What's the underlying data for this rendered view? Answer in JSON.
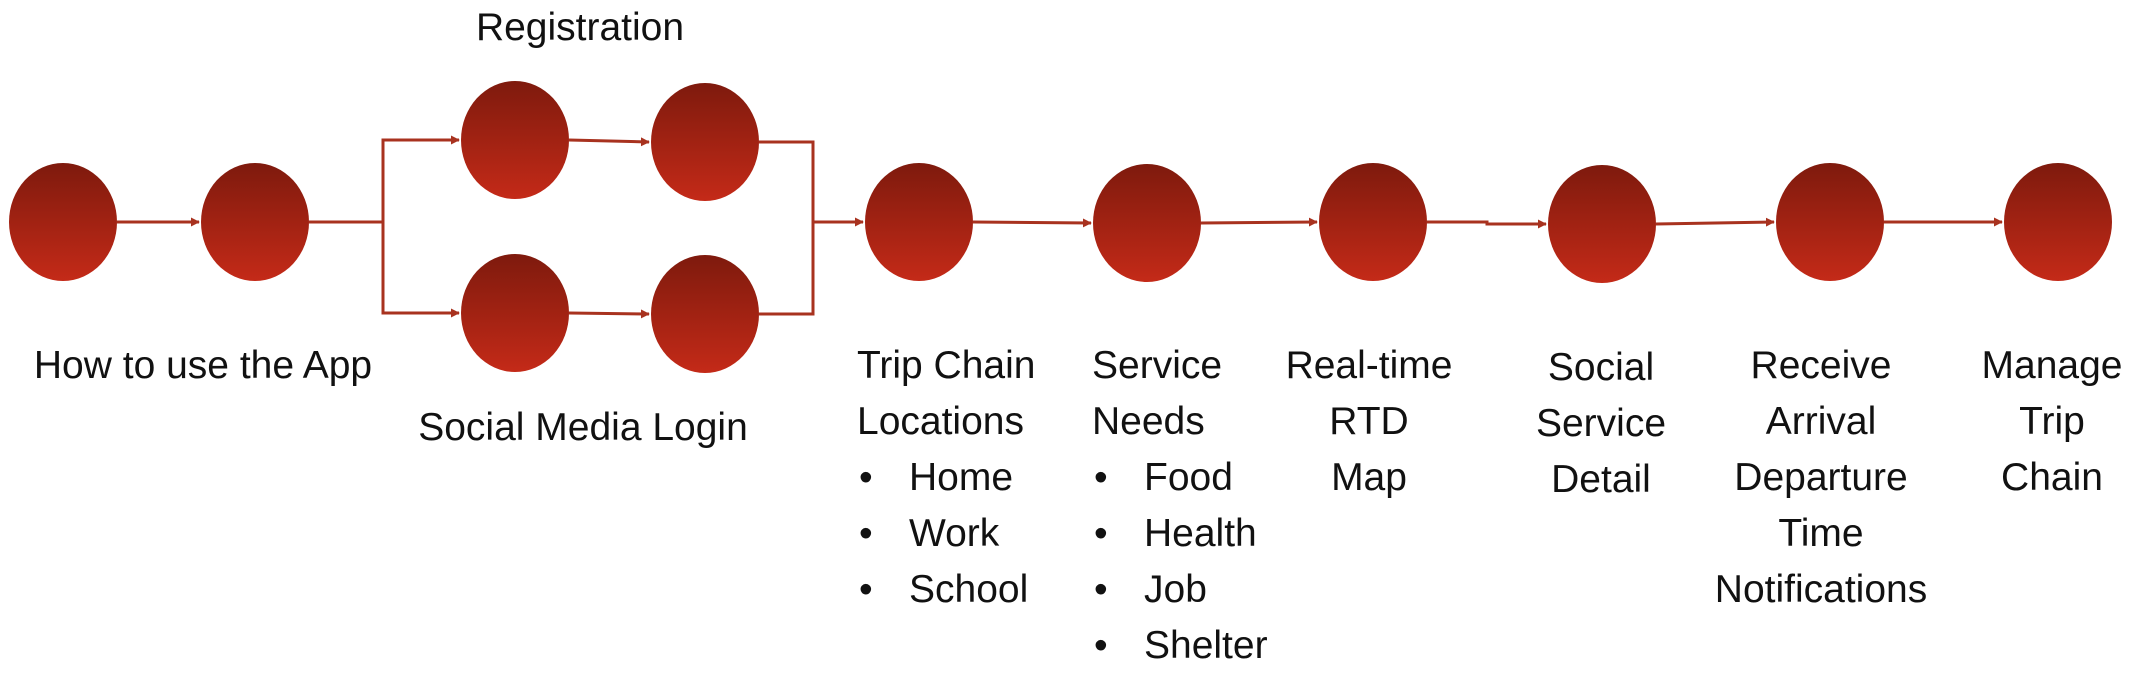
{
  "colors": {
    "node_top": "#7e1a0d",
    "node_bottom": "#c42a18",
    "edge": "#a8321f"
  },
  "labels": {
    "registration": "Registration",
    "how_to_use": "How to use the App",
    "social_login": "Social Media Login",
    "trip_chain": {
      "title": [
        "Trip Chain",
        "Locations"
      ],
      "items": [
        "Home",
        "Work",
        "School"
      ]
    },
    "service_needs": {
      "title": [
        "Service",
        "Needs"
      ],
      "items": [
        "Food",
        "Health",
        "Job",
        "Shelter"
      ]
    },
    "rtd_map": [
      "Real-time",
      "RTD",
      "Map"
    ],
    "service_detail": [
      "Social",
      "Service",
      "Detail"
    ],
    "notifications": [
      "Receive",
      "Arrival",
      "Departure",
      "Time",
      "Notifications"
    ],
    "manage": [
      "Manage",
      "Trip",
      "Chain"
    ]
  }
}
